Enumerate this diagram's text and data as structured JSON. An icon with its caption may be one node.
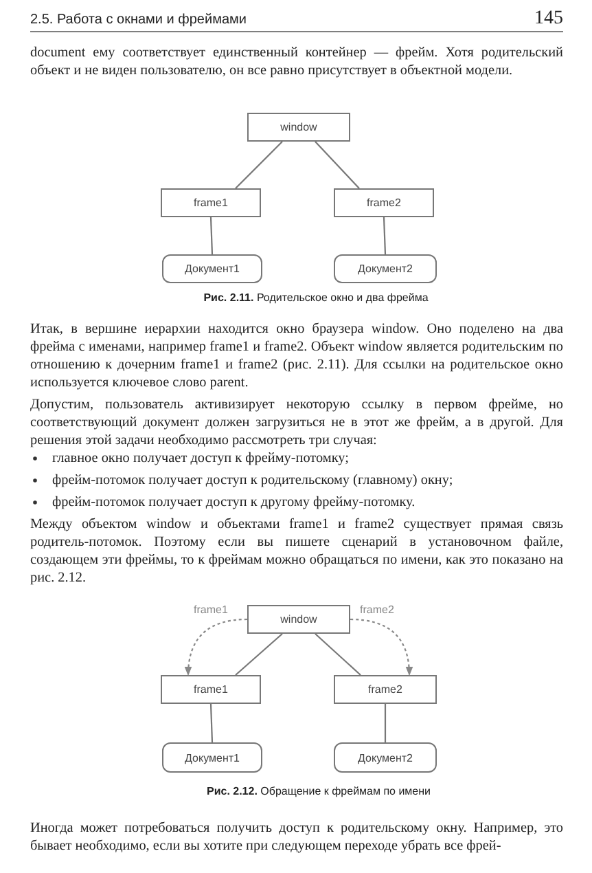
{
  "diagram": {
    "nodes": [
      {
        "text": [
          "window"
        ]
      },
      {
        "text": [
          "frame1"
        ]
      },
      {
        "text": [
          "frame2"
        ]
      },
      {
        "text": [
          "Документ1"
        ]
      },
      {
        "text": [
          "Документ2"
        ]
      },
      {
        "text": [
          "window"
        ]
      },
      {
        "text": [
          "frame1"
        ]
      },
      {
        "text": [
          "frame2"
        ]
      },
      {
        "text": [
          "Документ1"
        ]
      },
      {
        "text": [
          "Документ2"
        ]
      }
    ],
    "edges": [
      {
        "from": 0,
        "to": 1,
        "arrow": "none"
      },
      {
        "from": 0,
        "to": 2,
        "arrow": "none"
      },
      {
        "from": 1,
        "to": 3,
        "arrow": "none"
      },
      {
        "from": 2,
        "to": 4,
        "arrow": "none"
      },
      {
        "from": 5,
        "to": 6,
        "arrow": "none"
      },
      {
        "from": 5,
        "to": 7,
        "arrow": "none"
      },
      {
        "from": 6,
        "to": 8,
        "arrow": "none"
      },
      {
        "from": 7,
        "to": 9,
        "arrow": "none"
      },
      {
        "from": 5,
        "to": 6,
        "arrow": "to",
        "label": "frame1",
        "style": "dashed",
        "color": "#888888"
      },
      {
        "from": 5,
        "to": 7,
        "arrow": "to",
        "label": "frame2",
        "style": "dashed",
        "color": "#888888"
      }
    ],
    "labels": [
      "2.5. Работа с окнами и фреймами",
      "145",
      "document ему соответствует единственный контейнер — фрейм. Хотя родительский объект и не виден пользователю, он все равно присутствует в объектной модели.",
      "**Рис. 2.11.** Родительское окно и два фрейма",
      "Итак, в вершине иерархии находится окно браузера window. Оно поделено на два фрейма с именами, например frame1 и frame2. Объект window является родительским по отношению к дочерним frame1 и frame2 (рис. 2.11). Для ссылки на родительское окно используется ключевое слово parent.",
      "Допустим, пользователь активизирует некоторую ссылку в первом фрейме, но соответствующий документ должен загрузиться не в этот же фрейм, а в другой. Для решения этой задачи необходимо рассмотреть три случая:",
      "главное окно получает доступ к фрейму-потомку;",
      "фрейм-потомок получает доступ к родительскому (главному) окну;",
      "фрейм-потомок получает доступ к другому фрейму-потомку.",
      "Между объектом window и объектами frame1 и frame2 существует прямая связь родитель-потомок. Поэтому если вы пишете сценарий в установочном файле, создающем эти фреймы, то к фреймам можно обращаться по имени, как это показано на рис. 2.12.",
      "**Рис. 2.12.** Обращение к фреймам по имени",
      "Иногда может потребоваться получить доступ к родительскому окну. Например, это бывает необходимо, если вы хотите при следующем переходе убрать все фрей-"
    ]
  }
}
